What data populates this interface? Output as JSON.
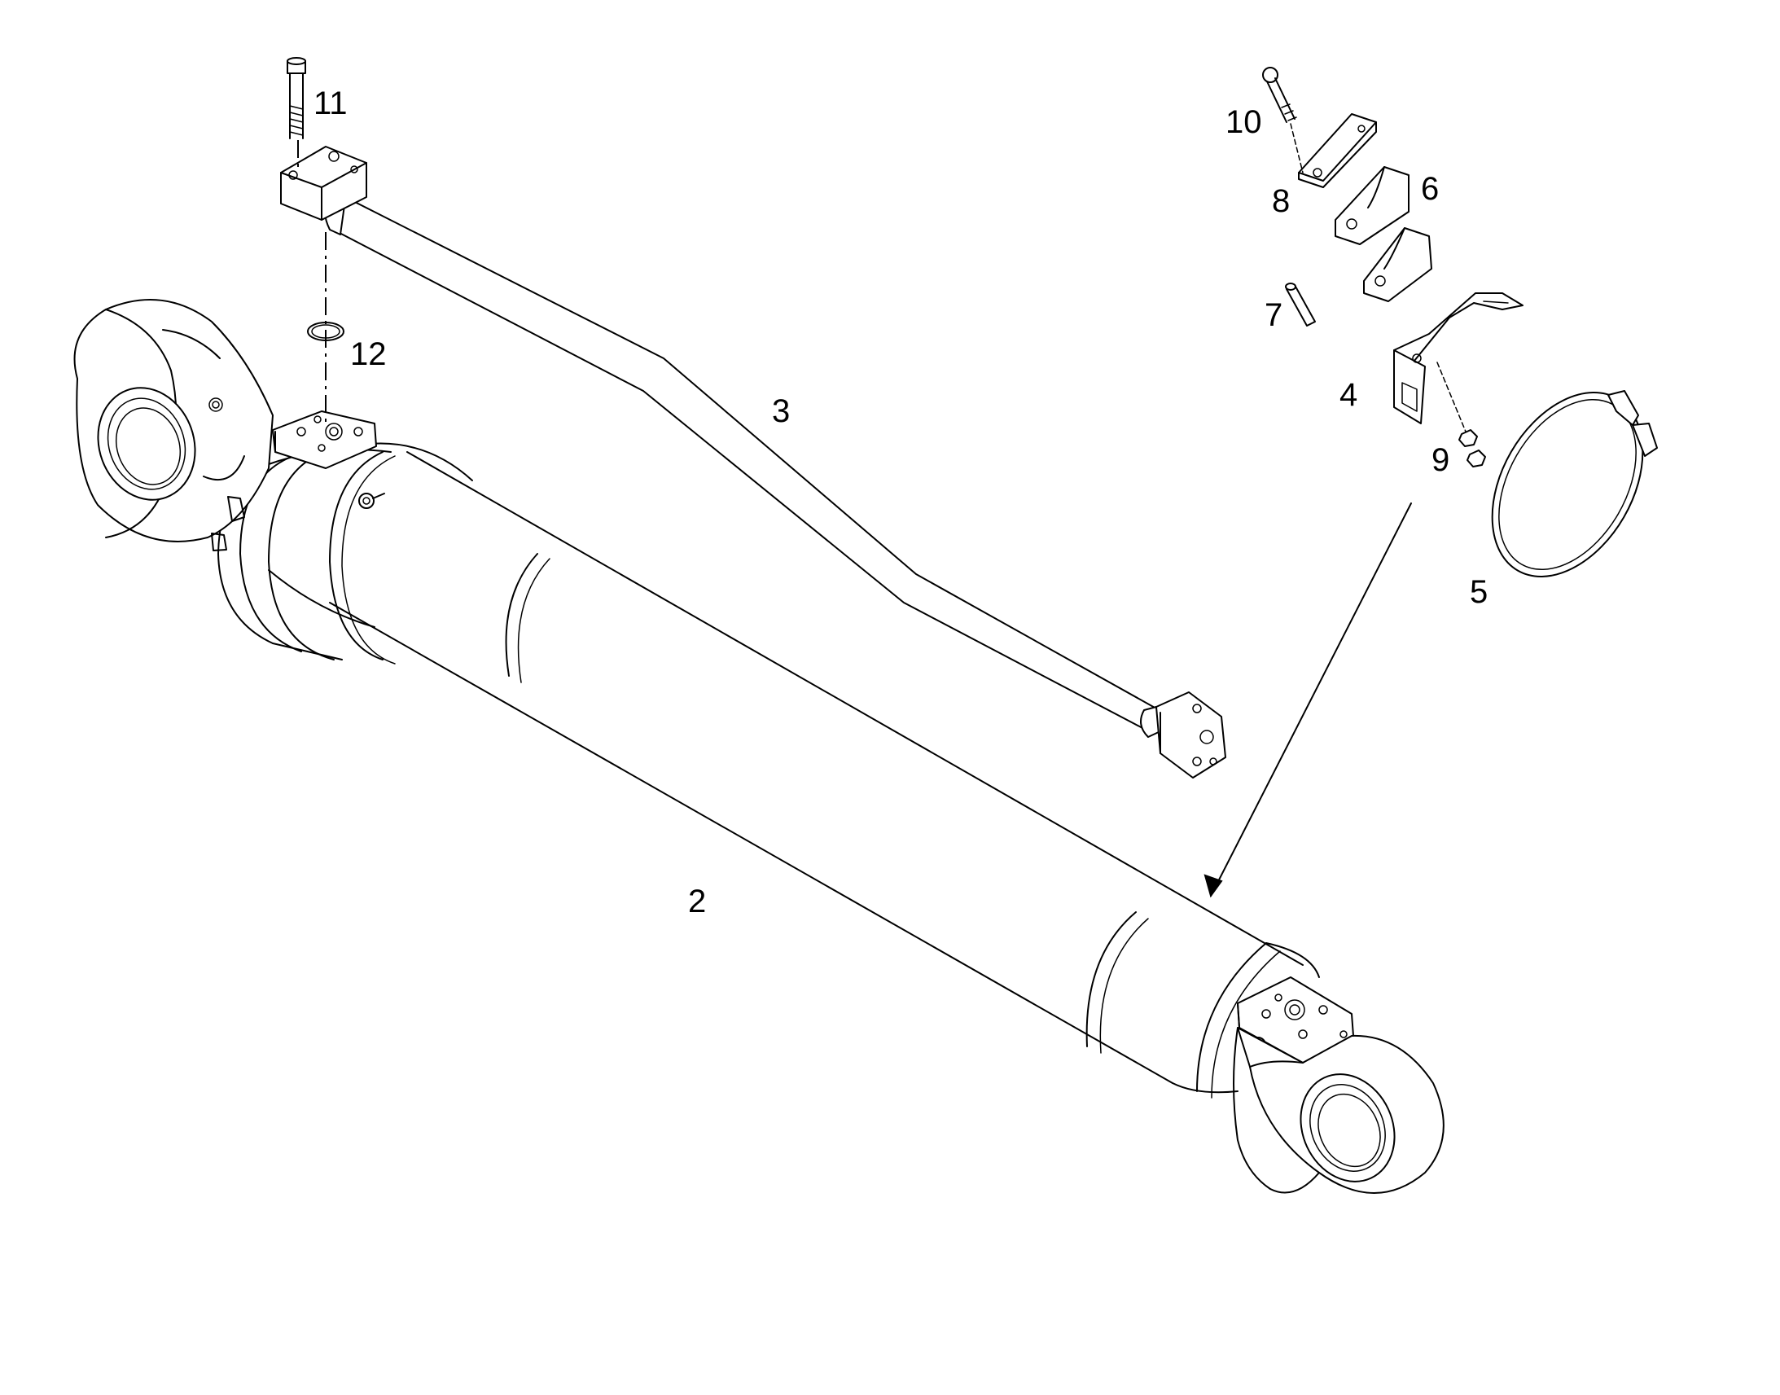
{
  "callouts": [
    {
      "id": "2",
      "label": "2"
    },
    {
      "id": "3",
      "label": "3"
    },
    {
      "id": "4",
      "label": "4"
    },
    {
      "id": "5",
      "label": "5"
    },
    {
      "id": "6",
      "label": "6"
    },
    {
      "id": "7",
      "label": "7"
    },
    {
      "id": "8",
      "label": "8"
    },
    {
      "id": "9",
      "label": "9"
    },
    {
      "id": "10",
      "label": "10"
    },
    {
      "id": "11",
      "label": "11"
    },
    {
      "id": "12",
      "label": "12"
    }
  ]
}
